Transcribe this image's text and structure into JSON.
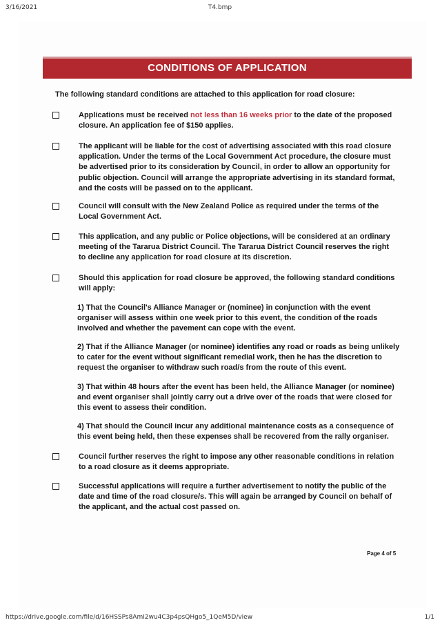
{
  "print_header": {
    "date": "3/16/2021",
    "file_name": "T4.bmp"
  },
  "document": {
    "banner_title": "CONDITIONS OF APPLICATION",
    "intro": "The following standard conditions are attached to this application for road closure:",
    "conditions": [
      {
        "before": "Applications must be received ",
        "highlight": "not less than 16 weeks prior",
        "after": " to the date of the proposed closure. An application fee of $150 applies."
      },
      {
        "text": "The applicant will be liable for the cost of advertising associated with this road closure application. Under the terms of the Local Government Act procedure, the closure must be advertised prior to its consideration by Council, in order to allow an opportunity for public objection. Council will arrange the appropriate advertising in its standard format, and the costs will be passed on to the applicant."
      },
      {
        "text": "Council will consult with the New Zealand Police as required under the terms of the Local Government Act."
      },
      {
        "text": "This application, and any public or Police objections, will be considered at an ordinary meeting of the Tararua District Council. The Tararua District Council reserves the right to decline any application for road closure at its discretion."
      },
      {
        "text": "Should this application for road closure be approved, the following standard conditions will apply:"
      },
      {
        "text": "Council further reserves the right to impose any other reasonable conditions in relation to a road closure as it deems appropriate."
      },
      {
        "text": "Successful applications will require a further advertisement to notify the public of the date and time of the road closure/s. This will again be arranged by Council on behalf of the applicant, and the actual cost passed on."
      }
    ],
    "sub_conditions": [
      "1) That the Council's Alliance Manager or (nominee)  in conjunction with the event organiser will assess within one week prior to this event, the condition of the roads involved and whether the pavement can cope with the event.",
      "2) That if the Alliance Manager (or nominee) identifies any road or roads as being unlikely to cater for the event without significant remedial work, then he has the discretion to request the organiser to withdraw such road/s from the route of this event.",
      "3) That within 48 hours after the event has been held, the Alliance Manager (or nominee) and event organiser shall jointly carry out a drive over of the roads that were closed for this event to assess their condition.",
      "4) That should the Council incur any additional maintenance costs as a consequence of this event being held, then these expenses shall be recovered from the rally organiser."
    ],
    "page_number": "Page 4 of 5"
  },
  "print_footer": {
    "url": "https://drive.google.com/file/d/16HSSPs8AmI2wu4C3p4psQHgo5_1QeM5D/view",
    "page_count": "1/1"
  }
}
